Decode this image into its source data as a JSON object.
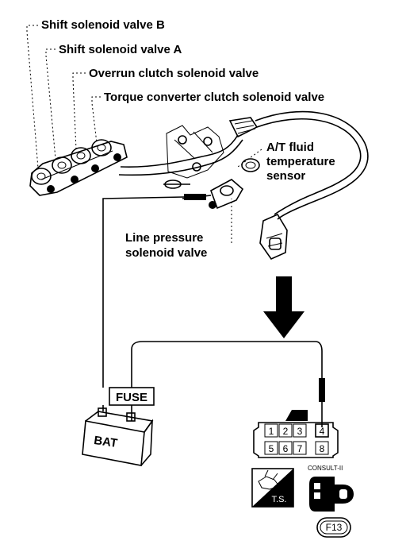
{
  "labels": {
    "shift_b": "Shift solenoid valve B",
    "shift_a": "Shift solenoid valve A",
    "overrun": "Overrun clutch solenoid valve",
    "torque": "Torque converter clutch solenoid valve",
    "fluid_temp_1": "A/T fluid",
    "fluid_temp_2": "temperature",
    "fluid_temp_3": "sensor",
    "line_pressure_1": "Line pressure",
    "line_pressure_2": "solenoid valve"
  },
  "fuse_label": "FUSE",
  "battery_label": "BAT",
  "connector_pins": [
    "1",
    "2",
    "3",
    "4",
    "5",
    "6",
    "7",
    "8"
  ],
  "ts_label": "T.S.",
  "consult_label": "CONSULT-II",
  "figure_ref": "F13",
  "colors": {
    "ink": "#000000",
    "paper": "#ffffff"
  }
}
